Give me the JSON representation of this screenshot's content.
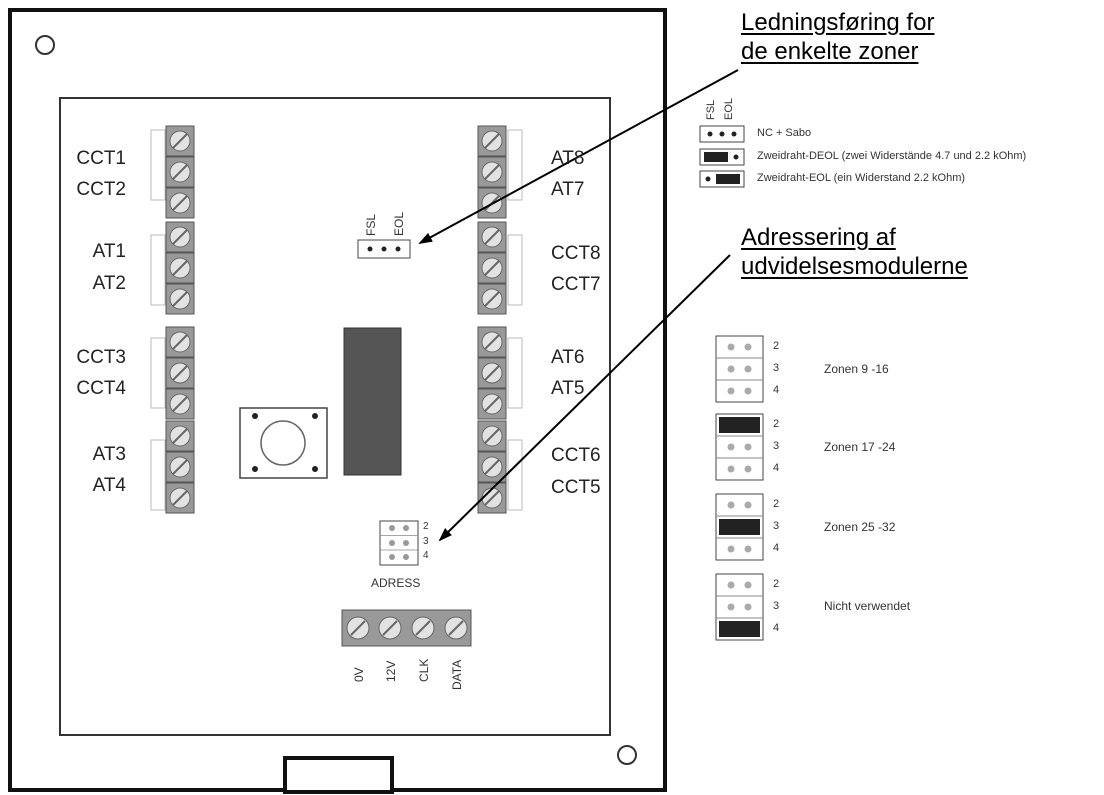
{
  "callouts": {
    "wiring": [
      "Ledningsføring for",
      "de enkelte zoner"
    ],
    "addressing": [
      "Adressering af",
      "udvidelsesmodulerne"
    ]
  },
  "terminals": {
    "left": [
      "CCT1",
      "CCT2",
      "AT1",
      "AT2",
      "CCT3",
      "CCT4",
      "AT3",
      "AT4"
    ],
    "right": [
      "AT8",
      "AT7",
      "CCT8",
      "CCT7",
      "AT6",
      "AT5",
      "CCT6",
      "CCT5"
    ],
    "bottom": [
      "0V",
      "12V",
      "CLK",
      "DATA"
    ]
  },
  "jumper": {
    "fsl": "FSL",
    "eol": "EOL"
  },
  "address": {
    "label": "ADRESS",
    "pins": [
      "2",
      "3",
      "4"
    ]
  },
  "legend": {
    "headers": [
      "FSL",
      "EOL"
    ],
    "rows": [
      "NC + Sabo",
      "Zweidraht-DEOL (zwei Widerstände 4.7 und 2.2 kOhm)",
      "Zweidraht-EOL (ein Widerstand 2.2 kOhm)"
    ]
  },
  "address_table": [
    {
      "zone": "Zonen 9 -16",
      "pins": [
        "2",
        "3",
        "4"
      ],
      "bridged": null
    },
    {
      "zone": "Zonen 17 -24",
      "pins": [
        "2",
        "3",
        "4"
      ],
      "bridged": "2"
    },
    {
      "zone": "Zonen 25 -32",
      "pins": [
        "2",
        "3",
        "4"
      ],
      "bridged": "3"
    },
    {
      "zone": "Nicht verwendet",
      "pins": [
        "2",
        "3",
        "4"
      ],
      "bridged": "4"
    }
  ]
}
